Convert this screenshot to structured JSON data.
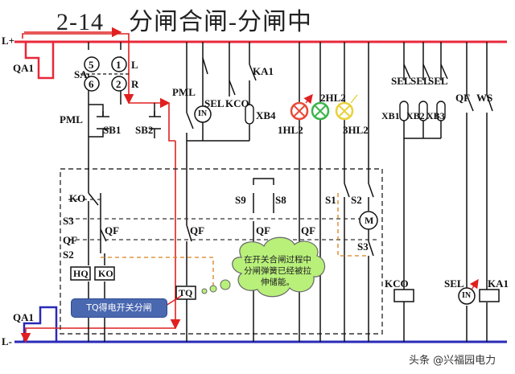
{
  "title": "2-14　分闸合闸-分闸中",
  "labels": {
    "lplus": "L+",
    "lminus": "L-",
    "qa1_top": "QA1",
    "qa1_bottom": "QA1",
    "sa": "SA",
    "c5": "5",
    "c1": "1",
    "c6": "6",
    "c2": "2",
    "l": "L",
    "r": "R",
    "pml_left": "PML",
    "sb1": "SB1",
    "sb2": "SB2",
    "pml_right": "PML",
    "sel1": "SEL",
    "kco1": "KCO",
    "in1": "IN",
    "ka1_top": "KA1",
    "xb4": "XB4",
    "hl1": "1HL2",
    "hl2": "2HL2",
    "hl3": "3HL2",
    "sel_a": "SEL",
    "sel_b": "SEL",
    "sel_c": "SEL",
    "xb1": "XB1",
    "xb2": "XB2",
    "xb3": "XB3",
    "qf_top": "QF",
    "ws": "WS",
    "ko": "KO",
    "s3": "S3",
    "qf1": "QF",
    "qf2": "QF",
    "s2": "S2",
    "hq": "HQ",
    "ko_box": "KO",
    "qf3": "QF",
    "tq": "TQ",
    "s9": "S9",
    "s8": "S8",
    "qf4": "QF",
    "qf5": "QF",
    "s1": "S1",
    "s2b": "S2",
    "m": "M",
    "s3b": "S3",
    "kco2": "KCO",
    "sel2": "SEL",
    "in2": "IN",
    "ka1_bottom": "KA1"
  },
  "callout": "TQ得电开关分闸",
  "cloud_text": "在开关合闸过程中分闸弹簧已经被拉伸储能。",
  "watermark": "头条 @兴福园电力",
  "colors": {
    "bus_positive": "#e8283a",
    "bus_negative": "#2a2ab8",
    "wire": "#111111",
    "current_path": "#e02020",
    "lamp_red": "#e84a3a",
    "lamp_green": "#3cb44a",
    "lamp_yellow": "#e8d23a",
    "cloud_fill": "#b8f07a",
    "callout_fill": "#4a68b0"
  }
}
